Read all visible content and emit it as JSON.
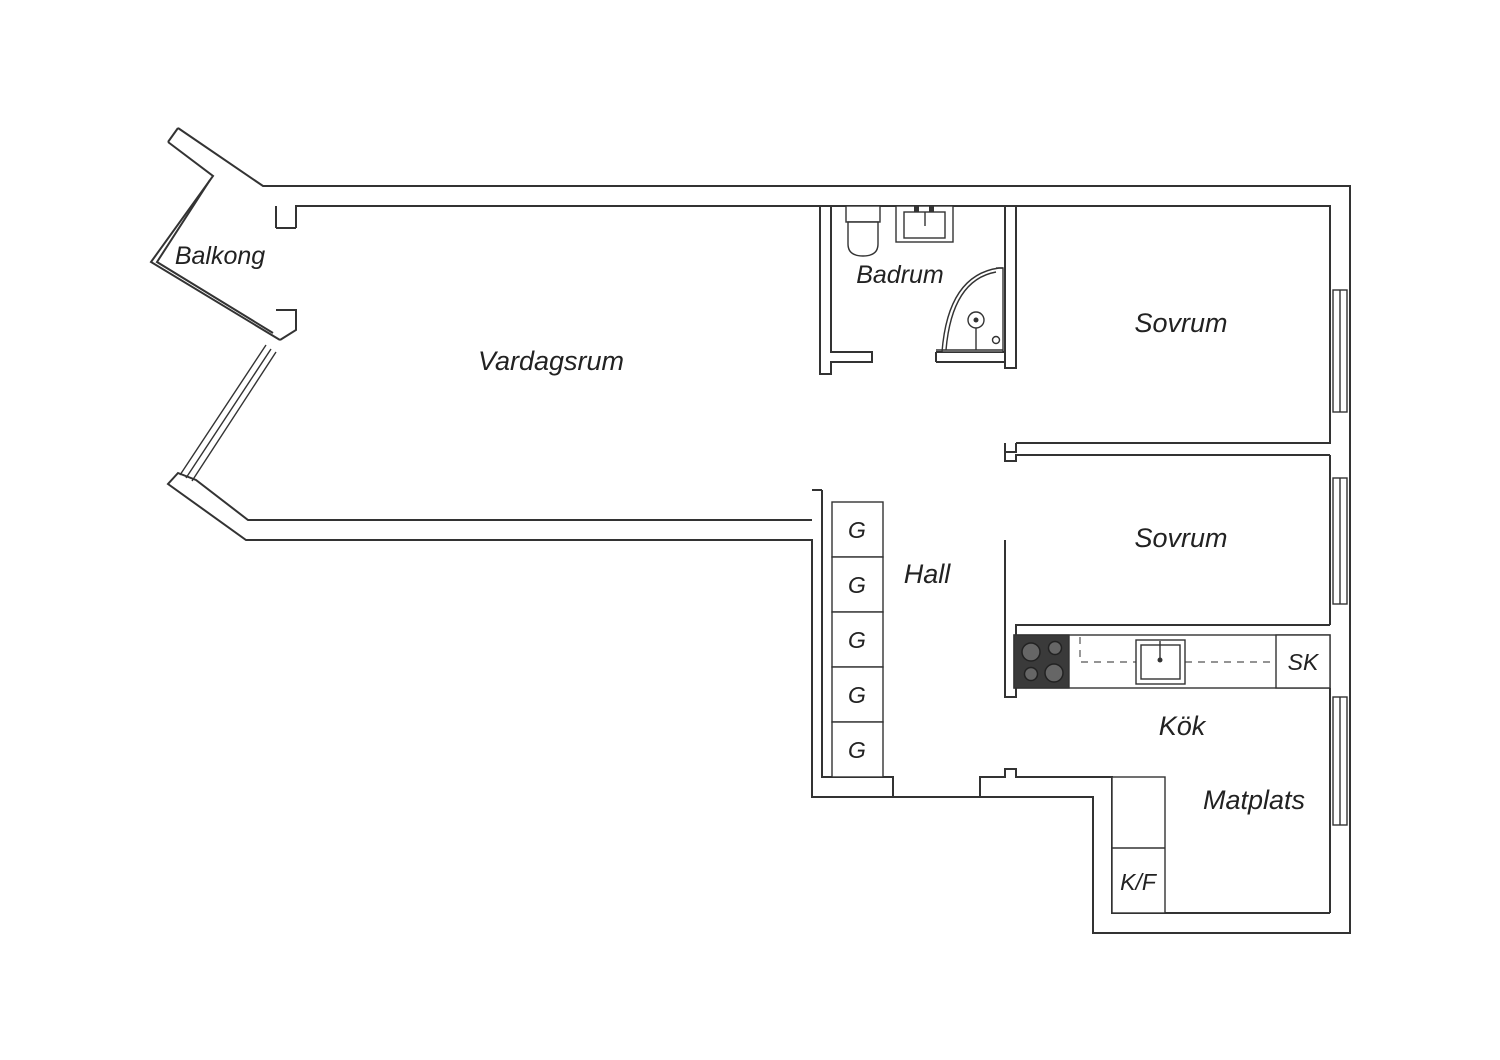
{
  "floorplan": {
    "rooms": {
      "balkong": "Balkong",
      "vardagsrum": "Vardagsrum",
      "badrum": "Badrum",
      "sovrum_1": "Sovrum",
      "sovrum_2": "Sovrum",
      "hall": "Hall",
      "kok": "Kök",
      "matplats": "Matplats"
    },
    "wardrobes": [
      "G",
      "G",
      "G",
      "G",
      "G"
    ],
    "fixtures": {
      "storage_cabinet": "SK",
      "fridge_freezer": "K/F"
    }
  }
}
